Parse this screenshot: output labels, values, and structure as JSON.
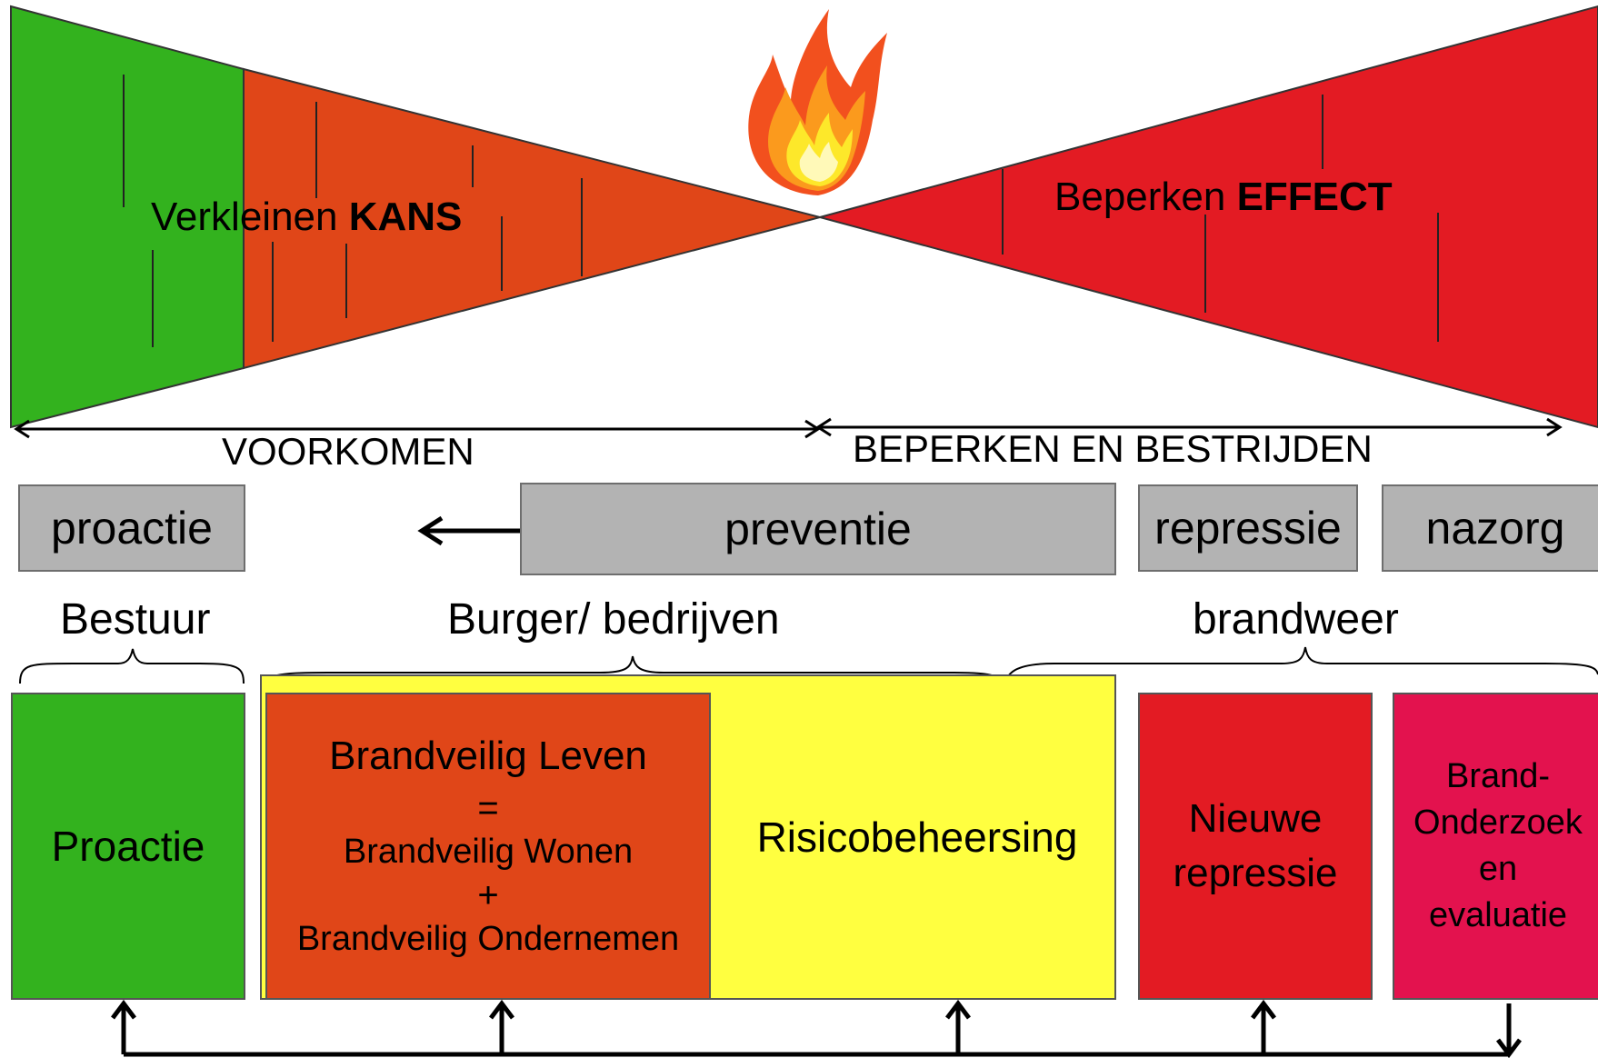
{
  "top": {
    "left_label_plain": "Verkleinen ",
    "left_label_bold": "KANS",
    "right_label_plain": "Beperken ",
    "right_label_bold": "EFFECT",
    "fire_icon": "fire-icon"
  },
  "arrows": {
    "left": "VOORKOMEN",
    "right": "BEPERKEN EN BESTRIJDEN"
  },
  "phases": {
    "proactie": "proactie",
    "preventie": "preventie",
    "repressie": "repressie",
    "nazorg": "nazorg"
  },
  "actors": {
    "bestuur": "Bestuur",
    "burger": "Burger/ bedrijven",
    "brandweer": "brandweer"
  },
  "boxes": {
    "proactie": "Proactie",
    "brandveilig_title": "Brandveilig Leven",
    "brandveilig_eq": "=",
    "brandveilig_wonen": "Brandveilig Wonen",
    "brandveilig_plus": "+",
    "brandveilig_ondernemen": "Brandveilig Ondernemen",
    "risico": "Risicobeheersing",
    "repressie_1": "Nieuwe",
    "repressie_2": "repressie",
    "nazorg_1": "Brand-",
    "nazorg_2": "Onderzoek",
    "nazorg_3": "en",
    "nazorg_4": "evaluatie"
  },
  "colors": {
    "green": "#33b21e",
    "orange": "#e04618",
    "red": "#e31b23",
    "yellow": "#ffff40",
    "crimson": "#e3124e",
    "grey": "#b3b3b3"
  }
}
